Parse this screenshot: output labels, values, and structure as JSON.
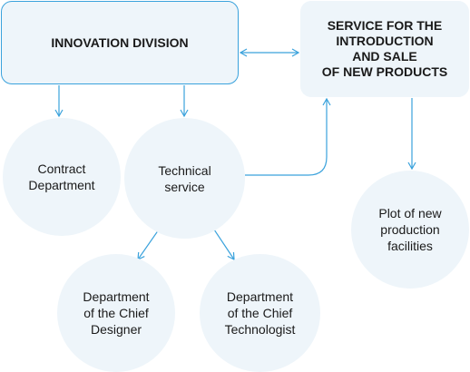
{
  "nodes": {
    "innovation": "INNOVATION DIVISION",
    "service": "SERVICE FOR THE\nINTRODUCTION\nAND SALE\nOF NEW PRODUCTS",
    "contract": "Contract\nDepartment",
    "technical": "Technical\nservice",
    "designer": "Department\nof the Chief\nDesigner",
    "technologist": "Department\nof the Chief\nTechnologist",
    "plot": "Plot of new\nproduction\nfacilities"
  },
  "colors": {
    "arrow": "#3aa2dc",
    "box_border": "#3aa2dc",
    "fill": "#eef5fa"
  }
}
